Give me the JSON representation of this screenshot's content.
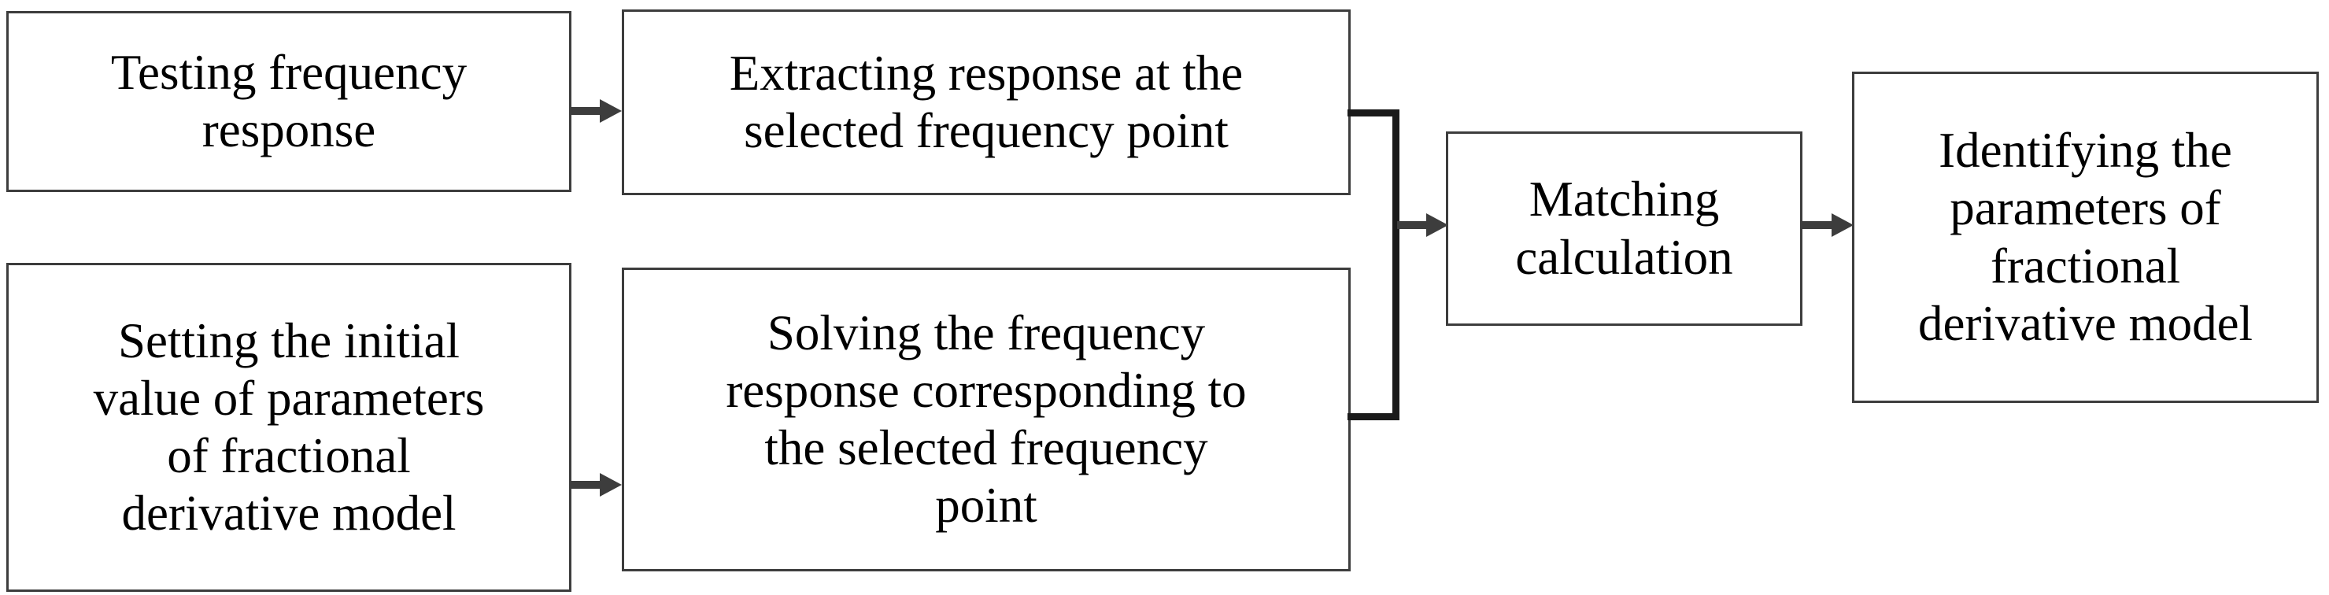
{
  "diagram": {
    "type": "flowchart",
    "title": "",
    "background_color": "#ffffff",
    "box_border_color": "#3d3d3d",
    "connector_color": "#3d3d3d",
    "text_color": "#000000",
    "nodes": [
      {
        "id": "testing-frequency-response",
        "label": "Testing frequency\nresponse",
        "row": "top",
        "column": 1
      },
      {
        "id": "extracting-response",
        "label": "Extracting response at the\nselected frequency point",
        "row": "top",
        "column": 2
      },
      {
        "id": "setting-initial-value",
        "label": "Setting the initial\nvalue of parameters\nof fractional\nderivative model",
        "row": "bottom",
        "column": 1
      },
      {
        "id": "solving-frequency-response",
        "label": "Solving the frequency\nresponse corresponding to\nthe selected frequency\npoint",
        "row": "bottom",
        "column": 2
      },
      {
        "id": "matching-calculation",
        "label": "Matching\ncalculation",
        "row": "middle",
        "column": 3
      },
      {
        "id": "identifying-parameters",
        "label": "Identifying the\nparameters of\nfractional\nderivative model",
        "row": "middle",
        "column": 4
      }
    ],
    "edges": [
      {
        "id": "testing-to-extracting",
        "from": "testing-frequency-response",
        "to": "extracting-response",
        "style": "straight-arrow"
      },
      {
        "id": "setting-to-solving",
        "from": "setting-initial-value",
        "to": "solving-frequency-response",
        "style": "straight-arrow"
      },
      {
        "id": "merge-to-matching",
        "from": "extracting-response + solving-frequency-response",
        "to": "matching-calculation",
        "style": "merge-bracket-arrow"
      },
      {
        "id": "matching-to-identifying",
        "from": "matching-calculation",
        "to": "identifying-parameters",
        "style": "straight-arrow"
      }
    ]
  }
}
